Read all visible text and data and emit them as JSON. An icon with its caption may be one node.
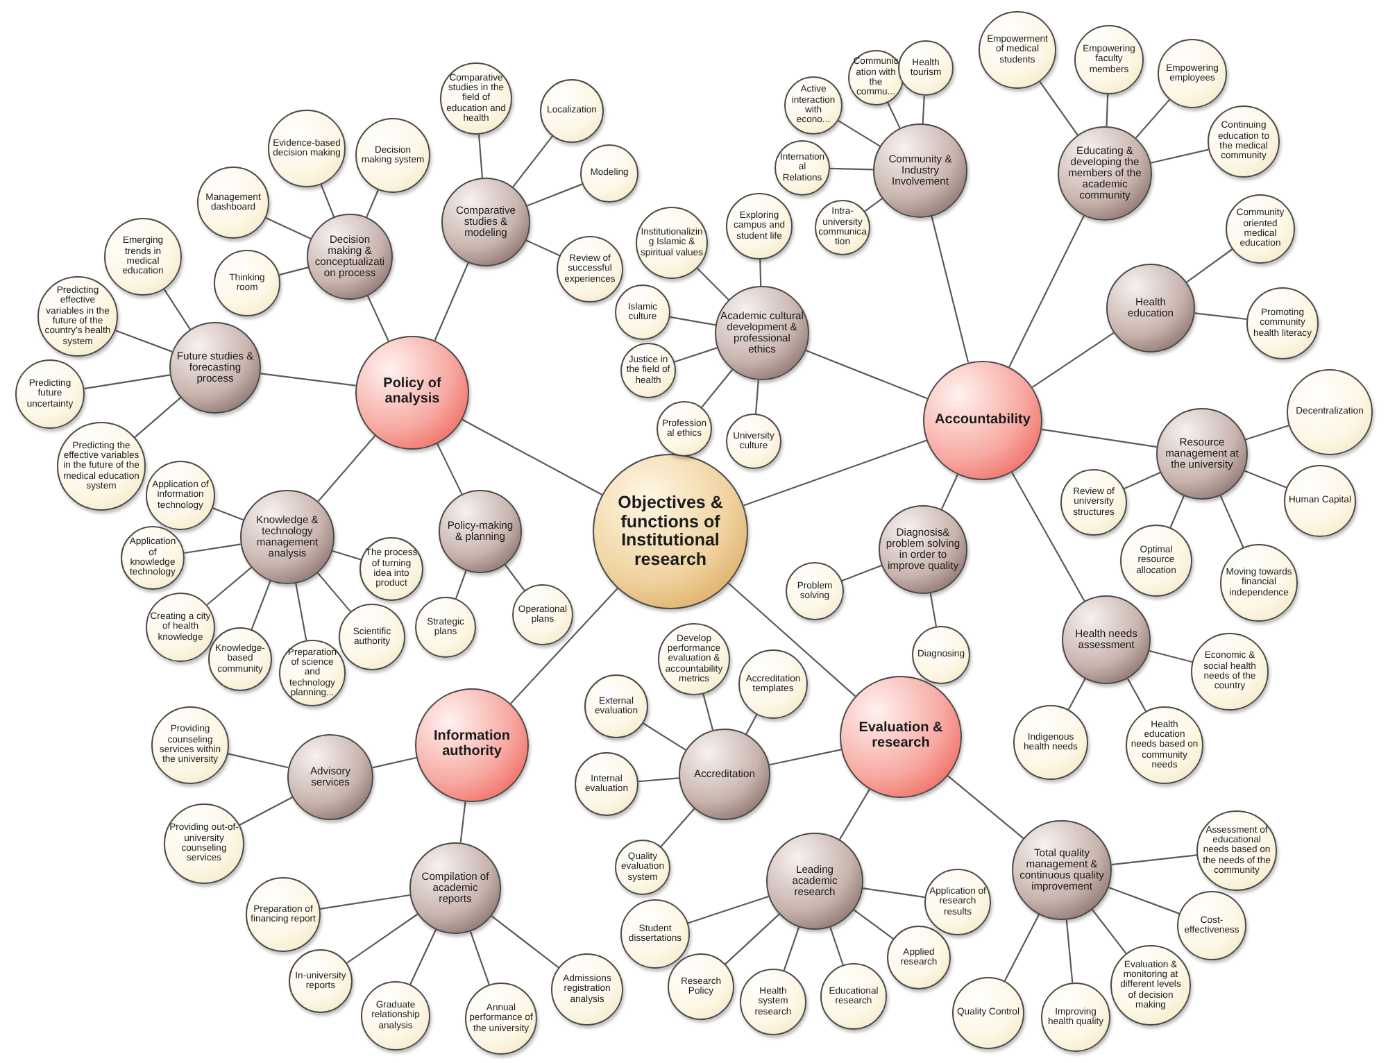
{
  "diagram": {
    "nodes": [
      {
        "text": [
          "Objectives & functions of Institutional research"
        ]
      },
      {
        "text": [
          "Policy of analysis"
        ]
      },
      {
        "text": [
          "Accountability"
        ]
      },
      {
        "text": [
          "Information authority"
        ]
      },
      {
        "text": [
          "Evaluation & research"
        ]
      },
      {
        "text": [
          "Future studies & forecasting process"
        ]
      },
      {
        "text": [
          "Decision making & conceptualization process"
        ]
      },
      {
        "text": [
          "Comparative studies & modeling"
        ]
      },
      {
        "text": [
          "Knowledge & technology management analysis"
        ]
      },
      {
        "text": [
          "Policy-making & planning"
        ]
      },
      {
        "text": [
          "Community & Industry Involvement"
        ]
      },
      {
        "text": [
          "Educating & developing the members of the academic community"
        ]
      },
      {
        "text": [
          "Health education"
        ]
      },
      {
        "text": [
          "Resource management at the university"
        ]
      },
      {
        "text": [
          "Health needs assessment"
        ]
      },
      {
        "text": [
          "Diagnosis& problem solving in order to improve quality"
        ]
      },
      {
        "text": [
          "Academic cultural development & professional ethics"
        ]
      },
      {
        "text": [
          "Advisory services"
        ]
      },
      {
        "text": [
          "Compilation of academic reports"
        ]
      },
      {
        "text": [
          "Accreditation"
        ]
      },
      {
        "text": [
          "Leading academic research"
        ]
      },
      {
        "text": [
          "Total quality management & continuous quality improvement"
        ]
      },
      {
        "text": [
          "Emerging trends in medical education"
        ]
      },
      {
        "text": [
          "Predicting effective variables in the future of the country's health system"
        ]
      },
      {
        "text": [
          "Predicting future uncertainty"
        ]
      },
      {
        "text": [
          "Predicting the effective variables in the future of the medical education system"
        ]
      },
      {
        "text": [
          "Management dashboard"
        ]
      },
      {
        "text": [
          "Evidence-based decision making"
        ]
      },
      {
        "text": [
          "Decision making system"
        ]
      },
      {
        "text": [
          "Thinking room"
        ]
      },
      {
        "text": [
          "Comparative studies in the field of education and health"
        ]
      },
      {
        "text": [
          "Localization"
        ]
      },
      {
        "text": [
          "Modeling"
        ]
      },
      {
        "text": [
          "Review of successful experiences"
        ]
      },
      {
        "text": [
          "Application of information technology"
        ]
      },
      {
        "text": [
          "Application of knowledge technology"
        ]
      },
      {
        "text": [
          "Creating a city of health knowledge"
        ]
      },
      {
        "text": [
          "Knowledge-based community"
        ]
      },
      {
        "text": [
          "Preparation of science and technology planning..."
        ]
      },
      {
        "text": [
          "Scientific authority"
        ]
      },
      {
        "text": [
          "The process of turning idea into product"
        ]
      },
      {
        "text": [
          "Strategic plans"
        ]
      },
      {
        "text": [
          "Operational plans"
        ]
      },
      {
        "text": [
          "Institutionalizing Islamic & spiritual values"
        ]
      },
      {
        "text": [
          "Exploring campus and student life"
        ]
      },
      {
        "text": [
          "Islamic culture"
        ]
      },
      {
        "text": [
          "Justice in the field of health"
        ]
      },
      {
        "text": [
          "Professional ethics"
        ]
      },
      {
        "text": [
          "University culture"
        ]
      },
      {
        "text": [
          "Active interaction with econo..."
        ]
      },
      {
        "text": [
          "Communication with the commu..."
        ]
      },
      {
        "text": [
          "Health tourism"
        ]
      },
      {
        "text": [
          "International Relations"
        ]
      },
      {
        "text": [
          "Intra-university communication"
        ]
      },
      {
        "text": [
          "Empowerment of medical students"
        ]
      },
      {
        "text": [
          "Empowering faculty members"
        ]
      },
      {
        "text": [
          "Empowering employees"
        ]
      },
      {
        "text": [
          "Continuing education to the medical community"
        ]
      },
      {
        "text": [
          "Community oriented medical education"
        ]
      },
      {
        "text": [
          "Promoting community health literacy"
        ]
      },
      {
        "text": [
          "Decentralization"
        ]
      },
      {
        "text": [
          "Review of university structures"
        ]
      },
      {
        "text": [
          "Optimal resource allocation"
        ]
      },
      {
        "text": [
          "Human Capital"
        ]
      },
      {
        "text": [
          "Moving towards financial independence"
        ]
      },
      {
        "text": [
          "Problem solving"
        ]
      },
      {
        "text": [
          "Diagnosing"
        ]
      },
      {
        "text": [
          "Economic & social health needs of the country"
        ]
      },
      {
        "text": [
          "Indigenous health needs"
        ]
      },
      {
        "text": [
          "Health education needs based on community needs"
        ]
      },
      {
        "text": [
          "Providing counseling services within the university"
        ]
      },
      {
        "text": [
          "Providing out-of-university counseling services"
        ]
      },
      {
        "text": [
          "Preparation of financing report"
        ]
      },
      {
        "text": [
          "In-university reports"
        ]
      },
      {
        "text": [
          "Graduate relationship analysis"
        ]
      },
      {
        "text": [
          "Annual performance of the university"
        ]
      },
      {
        "text": [
          "Admissions registration analysis"
        ]
      },
      {
        "text": [
          "Develop performance evaluation & accountability metrics"
        ]
      },
      {
        "text": [
          "Accreditation templates"
        ]
      },
      {
        "text": [
          "External evaluation"
        ]
      },
      {
        "text": [
          "Internal evaluation"
        ]
      },
      {
        "text": [
          "Quality evaluation system"
        ]
      },
      {
        "text": [
          "Application of research results"
        ]
      },
      {
        "text": [
          "Student dissertations"
        ]
      },
      {
        "text": [
          "Research Policy"
        ]
      },
      {
        "text": [
          "Health system research"
        ]
      },
      {
        "text": [
          "Educational research"
        ]
      },
      {
        "text": [
          "Applied research"
        ]
      },
      {
        "text": [
          "Assessment of educational needs based on the needs of the community"
        ]
      },
      {
        "text": [
          "Cost-effectiveness"
        ]
      },
      {
        "text": [
          "Evaluation & monitoring at different levels of decision making"
        ]
      },
      {
        "text": [
          "Quality Control"
        ]
      },
      {
        "text": [
          "Improving health quality"
        ]
      }
    ],
    "edges": [
      {
        "from": 0,
        "to": 1,
        "arrow": "none"
      },
      {
        "from": 0,
        "to": 2,
        "arrow": "none"
      },
      {
        "from": 0,
        "to": 3,
        "arrow": "none"
      },
      {
        "from": 0,
        "to": 4,
        "arrow": "none"
      },
      {
        "from": 1,
        "to": 5,
        "arrow": "none"
      },
      {
        "from": 1,
        "to": 6,
        "arrow": "none"
      },
      {
        "from": 1,
        "to": 7,
        "arrow": "none"
      },
      {
        "from": 1,
        "to": 8,
        "arrow": "none"
      },
      {
        "from": 1,
        "to": 9,
        "arrow": "none"
      },
      {
        "from": 2,
        "to": 10,
        "arrow": "none"
      },
      {
        "from": 2,
        "to": 11,
        "arrow": "none"
      },
      {
        "from": 2,
        "to": 12,
        "arrow": "none"
      },
      {
        "from": 2,
        "to": 13,
        "arrow": "none"
      },
      {
        "from": 2,
        "to": 14,
        "arrow": "none"
      },
      {
        "from": 2,
        "to": 15,
        "arrow": "none"
      },
      {
        "from": 2,
        "to": 16,
        "arrow": "none"
      },
      {
        "from": 3,
        "to": 17,
        "arrow": "none"
      },
      {
        "from": 3,
        "to": 18,
        "arrow": "none"
      },
      {
        "from": 4,
        "to": 19,
        "arrow": "none"
      },
      {
        "from": 4,
        "to": 20,
        "arrow": "none"
      },
      {
        "from": 4,
        "to": 21,
        "arrow": "none"
      },
      {
        "from": 5,
        "to": 22,
        "arrow": "none"
      },
      {
        "from": 5,
        "to": 23,
        "arrow": "none"
      },
      {
        "from": 5,
        "to": 24,
        "arrow": "none"
      },
      {
        "from": 5,
        "to": 25,
        "arrow": "none"
      },
      {
        "from": 6,
        "to": 26,
        "arrow": "none"
      },
      {
        "from": 6,
        "to": 27,
        "arrow": "none"
      },
      {
        "from": 6,
        "to": 28,
        "arrow": "none"
      },
      {
        "from": 6,
        "to": 29,
        "arrow": "none"
      },
      {
        "from": 7,
        "to": 30,
        "arrow": "none"
      },
      {
        "from": 7,
        "to": 31,
        "arrow": "none"
      },
      {
        "from": 7,
        "to": 32,
        "arrow": "none"
      },
      {
        "from": 7,
        "to": 33,
        "arrow": "none"
      },
      {
        "from": 8,
        "to": 34,
        "arrow": "none"
      },
      {
        "from": 8,
        "to": 35,
        "arrow": "none"
      },
      {
        "from": 8,
        "to": 36,
        "arrow": "none"
      },
      {
        "from": 8,
        "to": 37,
        "arrow": "none"
      },
      {
        "from": 8,
        "to": 38,
        "arrow": "none"
      },
      {
        "from": 8,
        "to": 39,
        "arrow": "none"
      },
      {
        "from": 8,
        "to": 40,
        "arrow": "none"
      },
      {
        "from": 9,
        "to": 41,
        "arrow": "none"
      },
      {
        "from": 9,
        "to": 42,
        "arrow": "none"
      },
      {
        "from": 16,
        "to": 43,
        "arrow": "none"
      },
      {
        "from": 16,
        "to": 44,
        "arrow": "none"
      },
      {
        "from": 16,
        "to": 45,
        "arrow": "none"
      },
      {
        "from": 16,
        "to": 46,
        "arrow": "none"
      },
      {
        "from": 16,
        "to": 47,
        "arrow": "none"
      },
      {
        "from": 16,
        "to": 48,
        "arrow": "none"
      },
      {
        "from": 10,
        "to": 49,
        "arrow": "none"
      },
      {
        "from": 10,
        "to": 50,
        "arrow": "none"
      },
      {
        "from": 10,
        "to": 51,
        "arrow": "none"
      },
      {
        "from": 10,
        "to": 52,
        "arrow": "none"
      },
      {
        "from": 10,
        "to": 53,
        "arrow": "none"
      },
      {
        "from": 11,
        "to": 54,
        "arrow": "none"
      },
      {
        "from": 11,
        "to": 55,
        "arrow": "none"
      },
      {
        "from": 11,
        "to": 56,
        "arrow": "none"
      },
      {
        "from": 11,
        "to": 57,
        "arrow": "none"
      },
      {
        "from": 12,
        "to": 58,
        "arrow": "none"
      },
      {
        "from": 12,
        "to": 59,
        "arrow": "none"
      },
      {
        "from": 13,
        "to": 60,
        "arrow": "none"
      },
      {
        "from": 13,
        "to": 61,
        "arrow": "none"
      },
      {
        "from": 13,
        "to": 62,
        "arrow": "none"
      },
      {
        "from": 13,
        "to": 63,
        "arrow": "none"
      },
      {
        "from": 13,
        "to": 64,
        "arrow": "none"
      },
      {
        "from": 15,
        "to": 65,
        "arrow": "none"
      },
      {
        "from": 15,
        "to": 66,
        "arrow": "none"
      },
      {
        "from": 14,
        "to": 67,
        "arrow": "none"
      },
      {
        "from": 14,
        "to": 68,
        "arrow": "none"
      },
      {
        "from": 14,
        "to": 69,
        "arrow": "none"
      },
      {
        "from": 17,
        "to": 70,
        "arrow": "none"
      },
      {
        "from": 17,
        "to": 71,
        "arrow": "none"
      },
      {
        "from": 18,
        "to": 72,
        "arrow": "none"
      },
      {
        "from": 18,
        "to": 73,
        "arrow": "none"
      },
      {
        "from": 18,
        "to": 74,
        "arrow": "none"
      },
      {
        "from": 18,
        "to": 75,
        "arrow": "none"
      },
      {
        "from": 18,
        "to": 76,
        "arrow": "none"
      },
      {
        "from": 19,
        "to": 77,
        "arrow": "none"
      },
      {
        "from": 19,
        "to": 78,
        "arrow": "none"
      },
      {
        "from": 19,
        "to": 79,
        "arrow": "none"
      },
      {
        "from": 19,
        "to": 80,
        "arrow": "none"
      },
      {
        "from": 19,
        "to": 81,
        "arrow": "none"
      },
      {
        "from": 20,
        "to": 82,
        "arrow": "none"
      },
      {
        "from": 20,
        "to": 83,
        "arrow": "none"
      },
      {
        "from": 20,
        "to": 84,
        "arrow": "none"
      },
      {
        "from": 20,
        "to": 85,
        "arrow": "none"
      },
      {
        "from": 20,
        "to": 86,
        "arrow": "none"
      },
      {
        "from": 20,
        "to": 87,
        "arrow": "none"
      },
      {
        "from": 21,
        "to": 88,
        "arrow": "none"
      },
      {
        "from": 21,
        "to": 89,
        "arrow": "none"
      },
      {
        "from": 21,
        "to": 90,
        "arrow": "none"
      },
      {
        "from": 21,
        "to": 91,
        "arrow": "none"
      },
      {
        "from": 21,
        "to": 92,
        "arrow": "none"
      }
    ]
  }
}
